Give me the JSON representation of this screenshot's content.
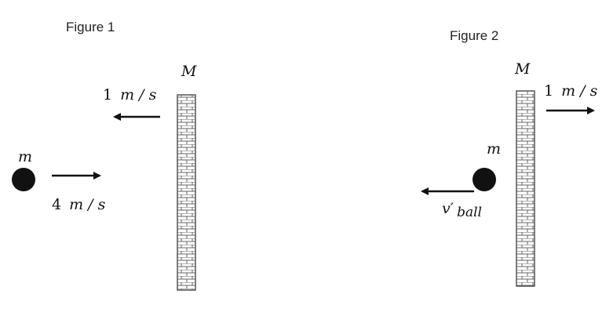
{
  "figure1": {
    "caption": "Figure 1",
    "wall_label": "M",
    "ball_label": "m",
    "wall_velocity": {
      "number": "1",
      "unit": "m / s"
    },
    "ball_velocity": {
      "number": "4",
      "unit": "m / s"
    }
  },
  "figure2": {
    "caption": "Figure 2",
    "wall_label": "M",
    "ball_label": "m",
    "wall_velocity": {
      "number": "1",
      "unit": "m / s"
    },
    "ball_velocity": {
      "symbol": "v′",
      "subscript": "ball"
    }
  }
}
